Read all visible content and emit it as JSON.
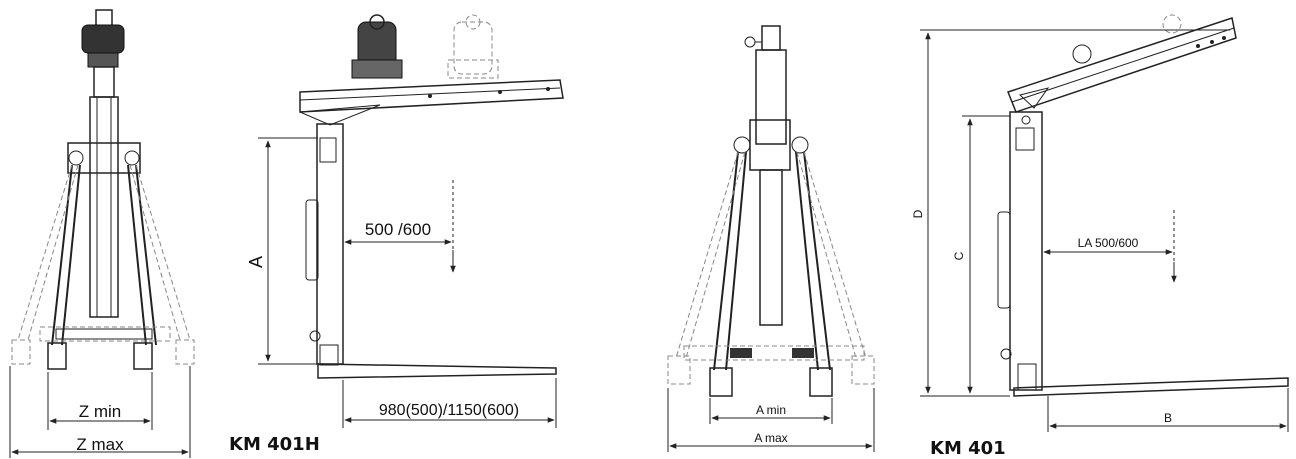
{
  "left_drawing": {
    "dims": {
      "z_min": "Z min",
      "z_max": "Z max",
      "a": "A",
      "load_center": "500  /600",
      "fork_length": "980(500)/1150(600)"
    },
    "caption": "KM 401H"
  },
  "right_drawing": {
    "dims": {
      "a_min": "A min",
      "a_max": "A max",
      "d": "D",
      "c": "C",
      "load_center": "LA 500/600",
      "b": "B"
    },
    "caption": "KM 401"
  }
}
